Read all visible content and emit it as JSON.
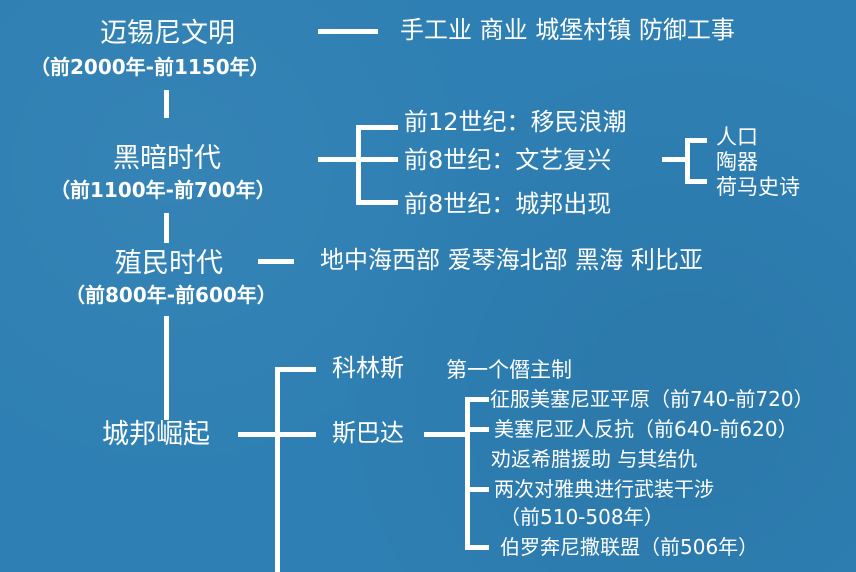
{
  "colors": {
    "background": "#2e7fb3",
    "foreground": "#ffffff"
  },
  "eras": [
    {
      "title": "迈锡尼文明",
      "range": "（前2000年-前1150年）",
      "details": "手工业 商业 城堡村镇 防御工事"
    },
    {
      "title": "黑暗时代",
      "range": "（前1100年-前700年）",
      "branches": [
        "前12世纪：移民浪潮",
        "前8世纪：文艺复兴",
        "前8世纪：城邦出现"
      ],
      "renaissance_items": [
        "人口",
        "陶器",
        "荷马史诗"
      ]
    },
    {
      "title": "殖民时代",
      "range": "（前800年-前600年）",
      "details": "地中海西部 爱琴海北部 黑海 利比亚"
    },
    {
      "title": "城邦崛起",
      "cities": [
        {
          "name": "科林斯",
          "note": "第一个僭主制"
        },
        {
          "name": "斯巴达",
          "events": [
            "征服美塞尼亚平原（前740-前720）",
            "美塞尼亚人反抗（前640-前620）",
            "劝返希腊援助 与其结仇",
            "两次对雅典进行武装干涉",
            "（前510-508年）",
            "伯罗奔尼撒联盟（前506年）"
          ]
        }
      ]
    }
  ]
}
